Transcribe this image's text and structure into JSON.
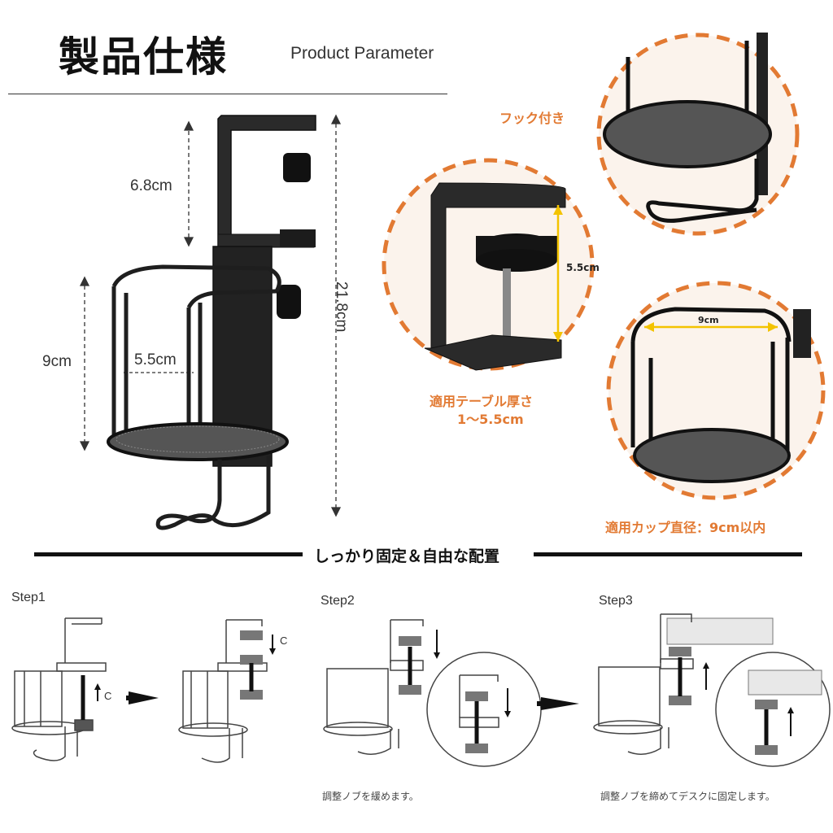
{
  "header": {
    "title_jp": "製品仕様",
    "title_en": "Product Parameter"
  },
  "dimensions": {
    "clamp_height": "6.8cm",
    "total_height": "21.8cm",
    "cup_height": "9cm",
    "cup_width": "5.5cm",
    "clamp_opening": "5.5cm",
    "inner_diameter": "9cm"
  },
  "callouts": {
    "hook": "フック付き",
    "table_thickness_line1": "適用テーブル厚さ",
    "table_thickness_line2": "1～5.5cm",
    "cup_diameter": "適用カップ直径：9cm以内"
  },
  "section": {
    "title": "しっかり固定＆自由な配置"
  },
  "steps": {
    "step1": {
      "label": "Step1",
      "arrow_label_1": "C",
      "arrow_label_2": "C"
    },
    "step2": {
      "label": "Step2",
      "caption": "調整ノブを緩めます。"
    },
    "step3": {
      "label": "Step3",
      "caption": "調整ノブを締めてデスクに固定します。"
    }
  },
  "colors": {
    "accent": "#e27a33",
    "ink": "#111111",
    "metal": "#1e1e1e"
  }
}
